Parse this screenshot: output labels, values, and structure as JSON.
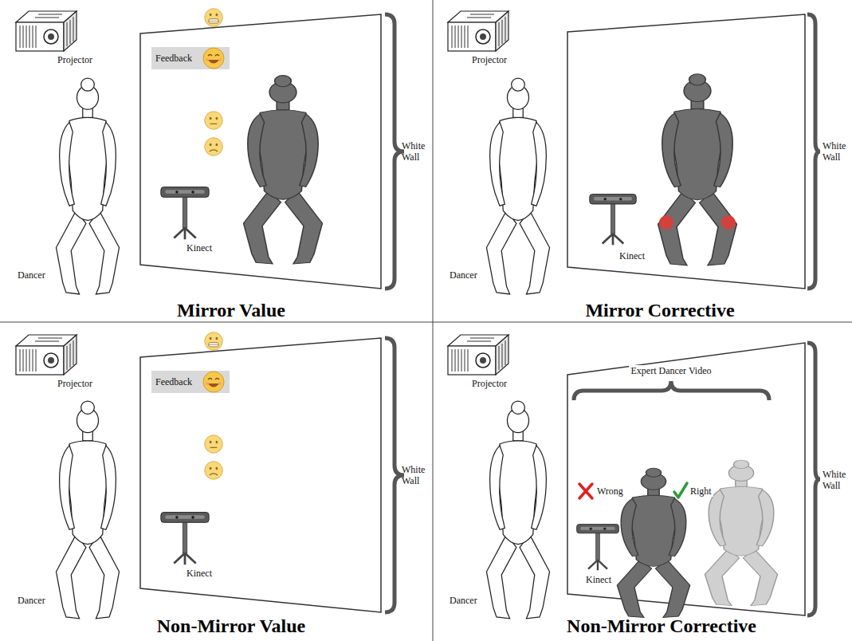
{
  "diagram": {
    "nodes": [
      {
        "text": [
          "Feedback"
        ]
      },
      {
        "text": [
          "Feedback"
        ]
      }
    ],
    "labels": [
      "Projector",
      "White Wall",
      "Dancer",
      "Kinect",
      "Mirror Value",
      "Projector",
      "White Wall",
      "Dancer",
      "Kinect",
      "Mirror Corrective",
      "Projector",
      "White Wall",
      "Dancer",
      "Kinect",
      "Non-Mirror Value",
      "Projector",
      "Expert Dancer Video",
      "Wrong",
      "Right",
      "White Wall",
      "Dancer",
      "Kinect",
      "Non-Mirror Corrective"
    ]
  }
}
